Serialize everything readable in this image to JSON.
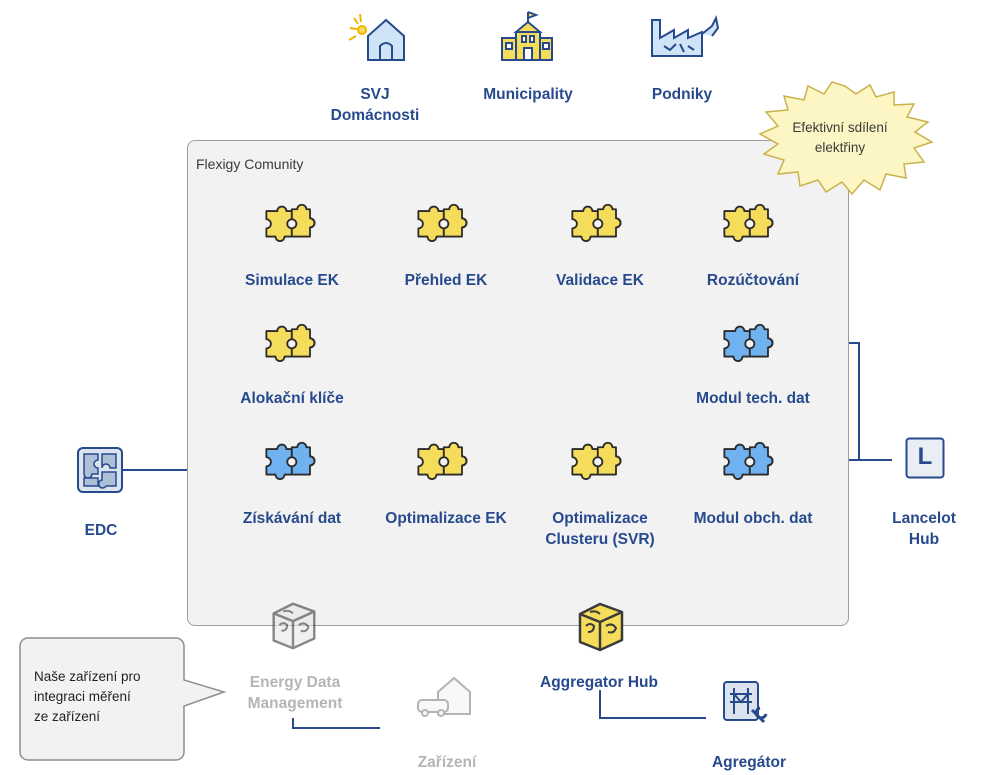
{
  "colors": {
    "blue_label": "#274a8d",
    "gray_label": "#b5b5b5",
    "connector": "#274a8d",
    "puzzle_yellow": "#f5dc5a",
    "puzzle_blue": "#6fb2ef",
    "box_fill": "#f2f2f2",
    "burst_fill": "#fcf6c5"
  },
  "stakeholders": [
    {
      "label": "SVJ\nDomácnosti",
      "icon": "smart-home-icon"
    },
    {
      "label": "Municipality",
      "icon": "town-hall-icon"
    },
    {
      "label": "Podniky",
      "icon": "factory-icon"
    }
  ],
  "callout_burst": "Efektivní sdílení\nelektřiny",
  "community": {
    "title": "Flexigy Comunity",
    "modules": [
      {
        "label": "Simulace EK",
        "color": "yellow"
      },
      {
        "label": "Přehled EK",
        "color": "yellow"
      },
      {
        "label": "Validace EK",
        "color": "yellow"
      },
      {
        "label": "Rozúčtování",
        "color": "yellow"
      },
      {
        "label": "Alokační klíče",
        "color": "yellow"
      },
      {
        "label": "Modul tech. dat",
        "color": "blue"
      },
      {
        "label": "Získávání dat",
        "color": "blue"
      },
      {
        "label": "Optimalizace EK",
        "color": "yellow"
      },
      {
        "label": "Optimalizace\nClusteru (SVR)",
        "color": "yellow"
      },
      {
        "label": "Modul obch. dat",
        "color": "blue"
      }
    ]
  },
  "external": {
    "edc": "EDC",
    "lancelot": "Lancelot Hub",
    "lancelot_letter": "L",
    "energy_data_management": "Energy Data\nManagement",
    "aggregator_hub": "Aggregator Hub",
    "zarizeni": "Zařízení",
    "agregator": "Agregátor"
  },
  "callout_device": "Naše zařízení pro\nintegraci měření\nze zařízení"
}
